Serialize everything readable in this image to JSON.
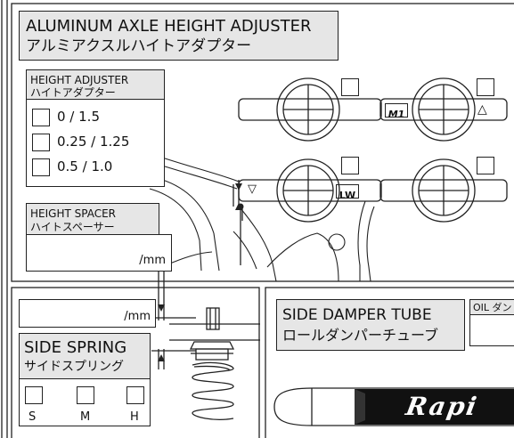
{
  "axle": {
    "title_en": "ALUMINUM AXLE HEIGHT ADJUSTER",
    "title_jp": "アルミアクスルハイトアダプター"
  },
  "height_adjuster": {
    "label_en": "HEIGHT ADJUSTER",
    "label_jp": "ハイトアダプター",
    "options": [
      "0 / 1.5",
      "0.25 / 1.25",
      "0.5 / 1.0"
    ]
  },
  "height_spacer": {
    "label_en": "HEIGHT SPACER",
    "label_jp": "ハイトスペーサー",
    "unit": "/mm"
  },
  "adjuster_marks": {
    "m1": "M1",
    "lw": "LW",
    "triangle": "△",
    "down_triangle": "▽"
  },
  "side_spring": {
    "unit": "/mm",
    "label_en": "SIDE SPRING",
    "label_jp": "サイドスプリング",
    "options": [
      "S",
      "M",
      "H"
    ]
  },
  "side_damper": {
    "label_en": "SIDE DAMPER TUBE",
    "label_jp": "ロールダンパーチューブ",
    "oil_label": "OIL ダン",
    "brand": "Rapi"
  }
}
